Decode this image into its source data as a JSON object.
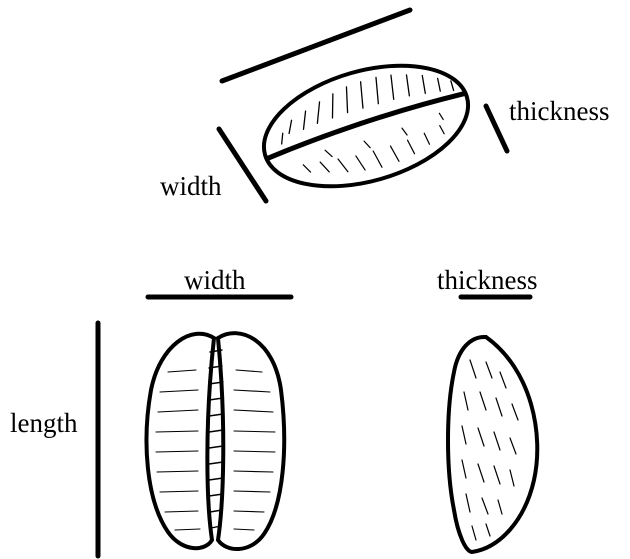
{
  "labels": {
    "top_width": "width",
    "top_thickness": "thickness",
    "front_width": "width",
    "side_thickness": "thickness",
    "front_length": "length"
  },
  "colors": {
    "ink": "#000000",
    "background": "#ffffff"
  }
}
